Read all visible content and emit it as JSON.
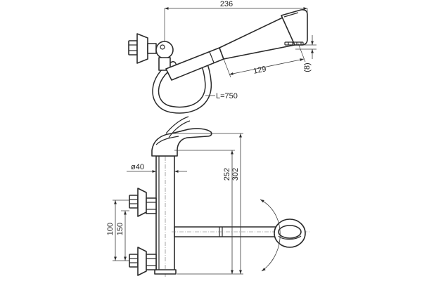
{
  "dimensions": {
    "spout_length": "236",
    "pullout_reach": "129",
    "spray_head_offset": "(8)",
    "hose_length": "L=750",
    "body_diameter": "ø40",
    "height_to_spout": "252",
    "overall_height": "302",
    "connection_spacing_min": "100",
    "connection_spacing_max": "150"
  }
}
